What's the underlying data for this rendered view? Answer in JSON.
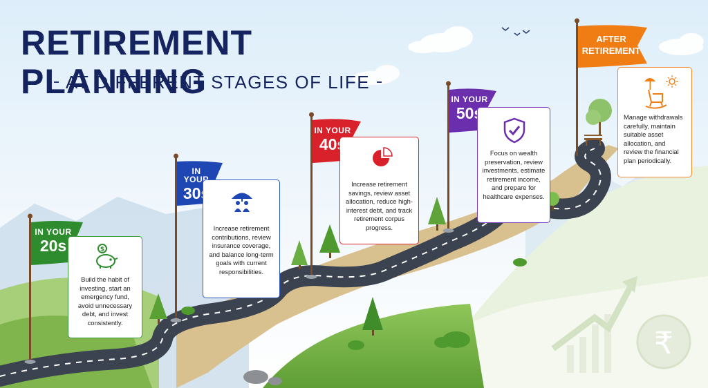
{
  "title": "RETIREMENT PLANNING",
  "subtitle": "AT DIFFERENT STAGES OF LIFE",
  "stages": [
    {
      "line1": "IN YOUR",
      "line2": "20s",
      "color": "#2e8b2e",
      "icon": "piggy-bank-icon",
      "text": "Build the habit of investing, start an emergency fund, avoid unnecessary debt, and invest consistently."
    },
    {
      "line1": "IN YOUR",
      "line2": "30s",
      "color": "#1f47b4",
      "icon": "family-umbrella-icon",
      "text": "Increase retirement contributions, review insurance coverage, and balance long-term goals with current responsibilities."
    },
    {
      "line1": "IN YOUR",
      "line2": "40s",
      "color": "#d9212b",
      "icon": "pie-chart-icon",
      "text": "Increase retirement savings, review asset allocation, reduce high-interest debt, and track retirement corpus progress."
    },
    {
      "line1": "IN YOUR",
      "line2": "50s",
      "color": "#6b2fae",
      "icon": "shield-check-icon",
      "text": "Focus on wealth preservation, review investments, estimate retirement income, and prepare for healthcare expenses."
    },
    {
      "line1": "AFTER",
      "line2": "RETIREMENT",
      "color": "#f07d14",
      "icon": "rocking-chair-icon",
      "text": "Manage withdrawals carefully, maintain suitable asset allocation, and review the financial plan periodically."
    }
  ]
}
